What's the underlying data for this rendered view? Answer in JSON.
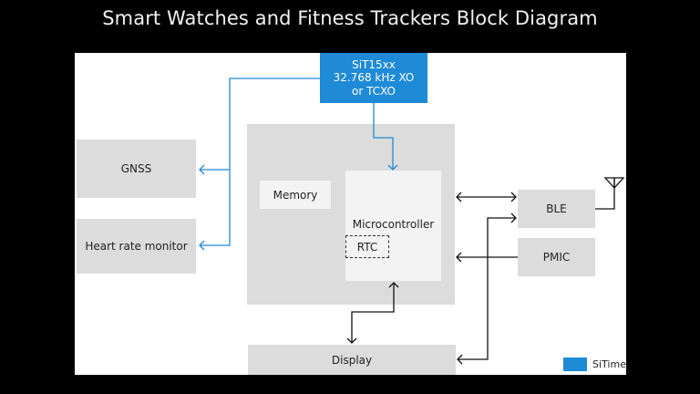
{
  "title": "Smart Watches and Fitness Trackers Block Diagram",
  "colors": {
    "sitime_blue": "#1f8ad6",
    "block_gray": "#dcdcdc",
    "inner_block": "#f3f3f3",
    "line_black": "#111111",
    "background": "#000000",
    "panel": "#ffffff"
  },
  "blocks": {
    "oscillator": {
      "line1": "SiT15xx",
      "line2": "32.768 kHz XO",
      "line3": "or TCXO",
      "vendor": "SiTime"
    },
    "gnss": {
      "label": "GNSS"
    },
    "heart_rate": {
      "label": "Heart rate monitor"
    },
    "memory": {
      "label": "Memory"
    },
    "microcontroller": {
      "label": "Microcontroller"
    },
    "rtc": {
      "label": "RTC"
    },
    "ble": {
      "label": "BLE"
    },
    "pmic": {
      "label": "PMIC"
    },
    "display": {
      "label": "Display"
    }
  },
  "connections": [
    {
      "from": "oscillator",
      "to": "gnss",
      "style": "blue",
      "direction": "one-way"
    },
    {
      "from": "oscillator",
      "to": "heart_rate",
      "style": "blue",
      "direction": "one-way"
    },
    {
      "from": "oscillator",
      "to": "microcontroller",
      "style": "blue",
      "direction": "one-way"
    },
    {
      "from": "microcontroller",
      "to": "ble",
      "style": "black",
      "direction": "bidirectional"
    },
    {
      "from": "pmic",
      "to": "microcontroller",
      "style": "black",
      "direction": "one-way"
    },
    {
      "from": "microcontroller",
      "to": "display",
      "style": "black",
      "direction": "bidirectional"
    },
    {
      "from": "display",
      "to": "ble",
      "style": "black",
      "direction": "bidirectional"
    },
    {
      "from": "ble",
      "to": "antenna",
      "style": "black",
      "direction": "none"
    }
  ],
  "legend": {
    "label": "SiTime"
  }
}
